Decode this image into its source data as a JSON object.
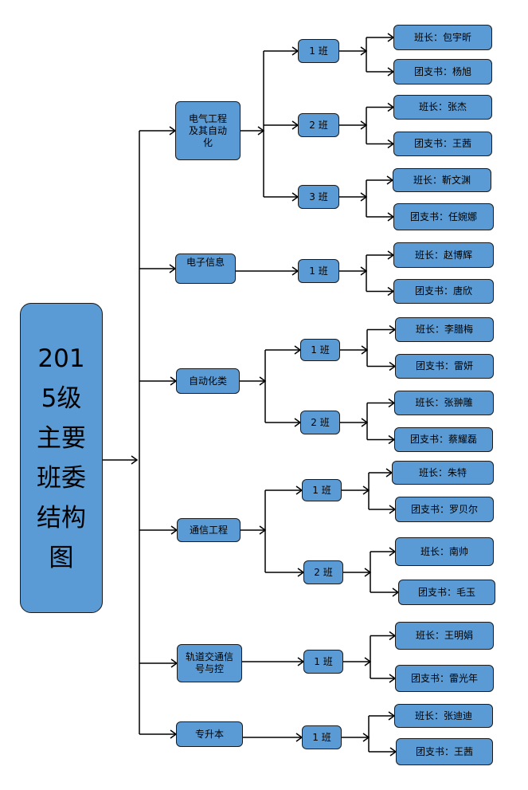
{
  "root": {
    "label": "2015级主要班委结构图"
  },
  "majors": [
    {
      "label": "电气工程及其自动化",
      "classes": [
        {
          "label": "1 班",
          "leaders": [
            "班长：包宇昕",
            "团支书：杨旭"
          ]
        },
        {
          "label": "2 班",
          "leaders": [
            "班长：张杰",
            "团支书：王茜"
          ]
        },
        {
          "label": "3 班",
          "leaders": [
            "班长：靳文渊",
            "团支书：任婉娜"
          ]
        }
      ]
    },
    {
      "label": "电子信息",
      "classes": [
        {
          "label": "1 班",
          "leaders": [
            "班长：赵博辉",
            "团支书：唐欣"
          ]
        }
      ]
    },
    {
      "label": "自动化类",
      "classes": [
        {
          "label": "1 班",
          "leaders": [
            "班长：李腊梅",
            "团支书：雷妍"
          ]
        },
        {
          "label": "2 班",
          "leaders": [
            "班长：张翀雕",
            "团支书：蔡耀磊"
          ]
        }
      ]
    },
    {
      "label": "通信工程",
      "classes": [
        {
          "label": "1 班",
          "leaders": [
            "班长：朱特",
            "团支书：罗贝尔"
          ]
        },
        {
          "label": "2 班",
          "leaders": [
            "班长：南帅",
            "团支书：毛玉"
          ]
        }
      ]
    },
    {
      "label": "轨道交通信号与控",
      "classes": [
        {
          "label": "1 班",
          "leaders": [
            "班长：王明娟",
            "团支书：雷光年"
          ]
        }
      ]
    },
    {
      "label": "专升本",
      "classes": [
        {
          "label": "1 班",
          "leaders": [
            "班长：张迪迪",
            "团支书：王茜"
          ]
        }
      ]
    }
  ]
}
